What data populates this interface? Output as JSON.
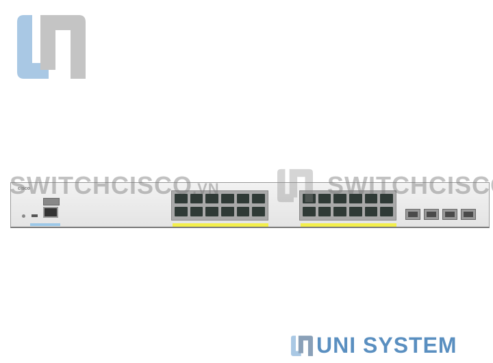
{
  "watermarks": {
    "left": "SWITCHCISCO",
    "left_suffix": ".VN",
    "right": "SWITCHCISCO"
  },
  "brand": {
    "logo_text": "cisco",
    "footer_mark": "UNI SYSTEM"
  },
  "colors": {
    "logo_blue": "#a9c8e4",
    "logo_gray": "#c4c4c4",
    "led_strip": "#f3ef4c",
    "port": "#2f3a36",
    "console_strip": "#9cc8e8"
  }
}
